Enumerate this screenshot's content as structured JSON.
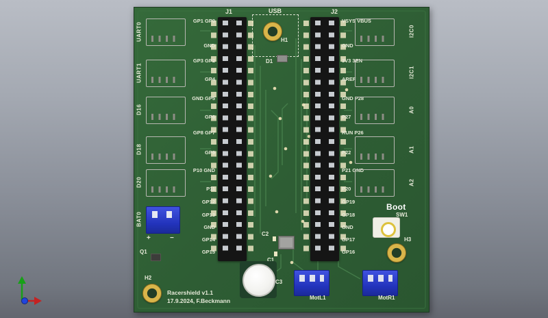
{
  "colors": {
    "board_green": "#2e5d34",
    "silkscreen": "#e7ead9",
    "gold_pad": "#d9b54a",
    "connector_blue": "#2233bb",
    "header_black": "#151515"
  },
  "board": {
    "usb_label": "USB",
    "headers": {
      "j1": "J1",
      "j2": "J2"
    },
    "holes": {
      "h1": "H1",
      "h2": "H2",
      "h3": "H3"
    },
    "parts": {
      "d1": "D1",
      "q1": "Q1",
      "c1": "C1",
      "c2": "C2",
      "c3": "C3",
      "sw1": "SW1",
      "boot": "Boot"
    },
    "left_connectors": [
      "UART0",
      "UART1",
      "D16",
      "D18",
      "D20"
    ],
    "right_connectors": [
      "I2C0",
      "I2C1",
      "A0",
      "A1",
      "A2"
    ],
    "battery": {
      "label": "BAT0",
      "plus": "+",
      "minus": "−"
    },
    "motor_connectors": [
      "MotL1",
      "MotR1"
    ],
    "j1_labels": [
      "GP1 GP0",
      "GND",
      "GP3 GP2",
      "GP4",
      "GND GP5",
      "GP6",
      "GP8 GP7",
      "GP9",
      "P10 GND",
      "P11",
      "GP12",
      "GP13",
      "GND",
      "GP14",
      "GP15"
    ],
    "j2_labels": [
      "VSYS VBUS",
      "GND",
      "3V3 3EN",
      "AREF",
      "GND P28",
      "P27",
      "RUN P26",
      "P22",
      "P21 GND",
      "P20",
      "GP19",
      "GP18",
      "GND",
      "GP17",
      "GP16"
    ],
    "title": "Racershield v1.1",
    "credit": "17.9.2024, F.Beckmann"
  }
}
